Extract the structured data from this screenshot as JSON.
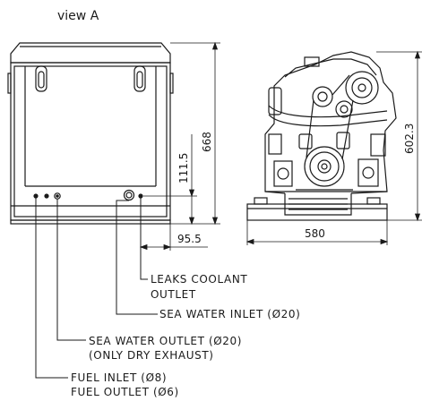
{
  "view_title": "view A",
  "dimensions": {
    "height_enclosure": "668",
    "height_inlet": "111.5",
    "offset_right": "95.5",
    "width_engine": "580",
    "height_engine": "602.3"
  },
  "callouts": {
    "leaks_coolant_line1": "LEAKS  COOLANT",
    "leaks_coolant_line2": "OUTLET",
    "sea_water_inlet": "SEA  WATER INLET (Ø20)",
    "sea_water_outlet_line1": "SEA  WATER OUTLET (Ø20)",
    "sea_water_outlet_line2": "(ONLY DRY EXHAUST)",
    "fuel_inlet": "FUEL INLET (Ø8)",
    "fuel_outlet": "FUEL OUTLET (Ø6)"
  },
  "colors": {
    "line": "#1a1a1a",
    "background": "#ffffff"
  }
}
